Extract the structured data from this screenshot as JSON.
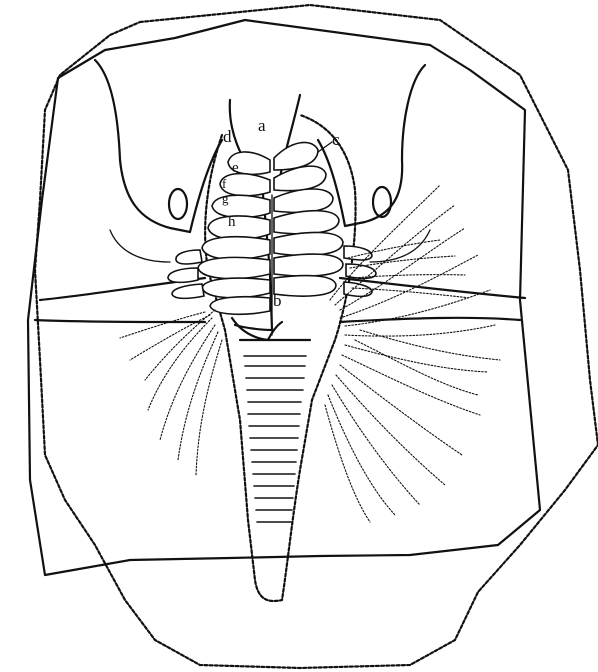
{
  "labels": {
    "a": "a",
    "b": "b",
    "c": "c",
    "d": "d",
    "e": "e",
    "f": "f",
    "g": "g",
    "h": "h"
  },
  "colors": {
    "ink": "#111111",
    "background": "#ffffff"
  }
}
